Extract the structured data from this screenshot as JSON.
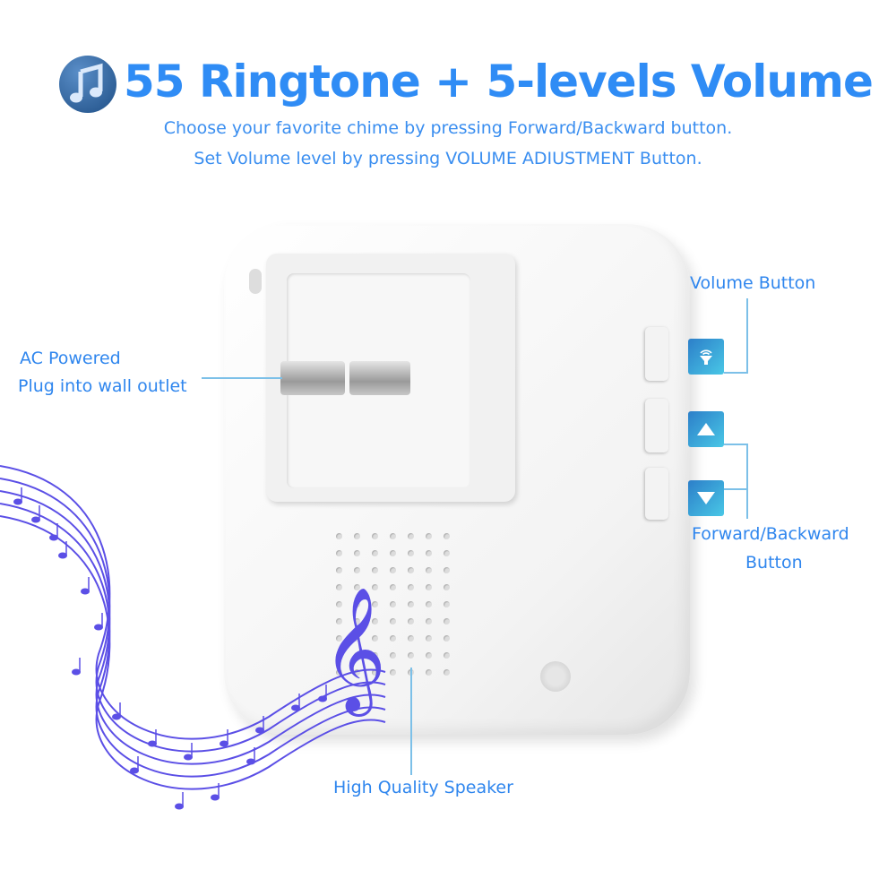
{
  "header": {
    "icon": "music-note-icon",
    "title": "55 Ringtone + 5-levels Volume",
    "subtitle_line1": "Choose your favorite chime by pressing Forward/Backward button.",
    "subtitle_line2": "Set Volume level by pressing VOLUME ADIUSTMENT Button."
  },
  "callouts": {
    "ac_line1": "AC Powered",
    "ac_line2": "Plug into wall outlet",
    "volume_button": "Volume Button",
    "forward_backward_line1": "Forward/Backward",
    "forward_backward_line2": "Button",
    "speaker": "High Quality Speaker"
  },
  "colors": {
    "title": "#2f8cf5",
    "callout_line": "#7cc0e8",
    "music_wave": "#5b4fe6"
  }
}
